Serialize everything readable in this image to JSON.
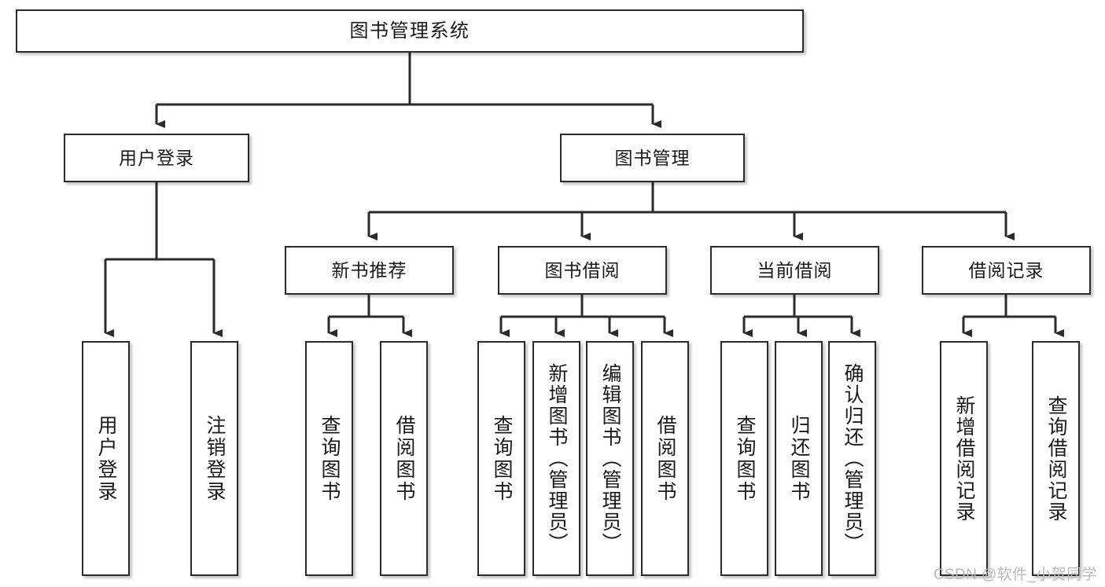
{
  "diagram": {
    "title": "图书管理系统",
    "type": "functional-structure-tree",
    "colors": {
      "box_border": "#2b2b2b",
      "box_fill": "#ffffff",
      "connector": "#2b2b2b",
      "text": "#1a1a1a",
      "watermark": "#b9b9b9",
      "background": "#ffffff"
    },
    "root": {
      "label": "图书管理系统"
    },
    "level2": [
      {
        "label": "用户登录"
      },
      {
        "label": "图书管理"
      }
    ],
    "level3": [
      {
        "label": "新书推荐"
      },
      {
        "label": "图书借阅"
      },
      {
        "label": "当前借阅"
      },
      {
        "label": "借阅记录"
      }
    ],
    "leaves": {
      "user_login": [
        {
          "label": "用户登录"
        },
        {
          "label": "注销登录"
        }
      ],
      "new_book": [
        {
          "label": "查询图书"
        },
        {
          "label": "借阅图书"
        }
      ],
      "book_borrow": [
        {
          "label": "查询图书"
        },
        {
          "label": "新增图书（管理员）"
        },
        {
          "label": "编辑图书（管理员）"
        },
        {
          "label": "借阅图书"
        }
      ],
      "current_borrow": [
        {
          "label": "查询图书"
        },
        {
          "label": "归还图书"
        },
        {
          "label": "确认归还（管理员）"
        }
      ],
      "borrow_record": [
        {
          "label": "新增借阅记录"
        },
        {
          "label": "查询借阅记录"
        }
      ]
    }
  },
  "watermark": {
    "text": "CSDN @软件_小贺同学"
  }
}
